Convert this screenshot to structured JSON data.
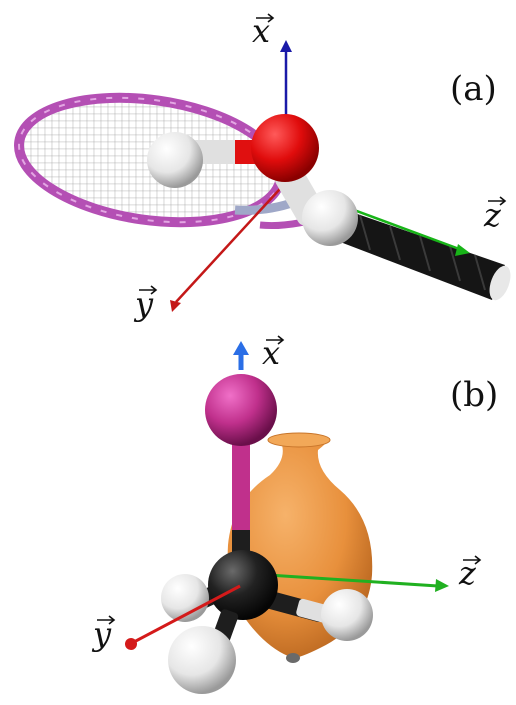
{
  "panel_a": {
    "label": "(a)",
    "axes": {
      "x": "x",
      "y": "y",
      "z": "z"
    },
    "colors": {
      "x_axis": "#1a1aa8",
      "y_axis": "#c41818",
      "z_axis": "#18b418",
      "racket_frame": "#b44fb4",
      "oxygen": "#e81010",
      "hydrogen": "#eeeeee",
      "grip": "#151515"
    }
  },
  "panel_b": {
    "label": "(b)",
    "axes": {
      "x": "x",
      "y": "y",
      "z": "z"
    },
    "colors": {
      "x_axis": "#2a6ee6",
      "y_axis": "#d41a1a",
      "z_axis": "#20b020",
      "vase": "#e8903c",
      "carbon": "#1e1e1e",
      "substituent": "#c0308c",
      "hydrogen": "#eeeeee"
    }
  }
}
